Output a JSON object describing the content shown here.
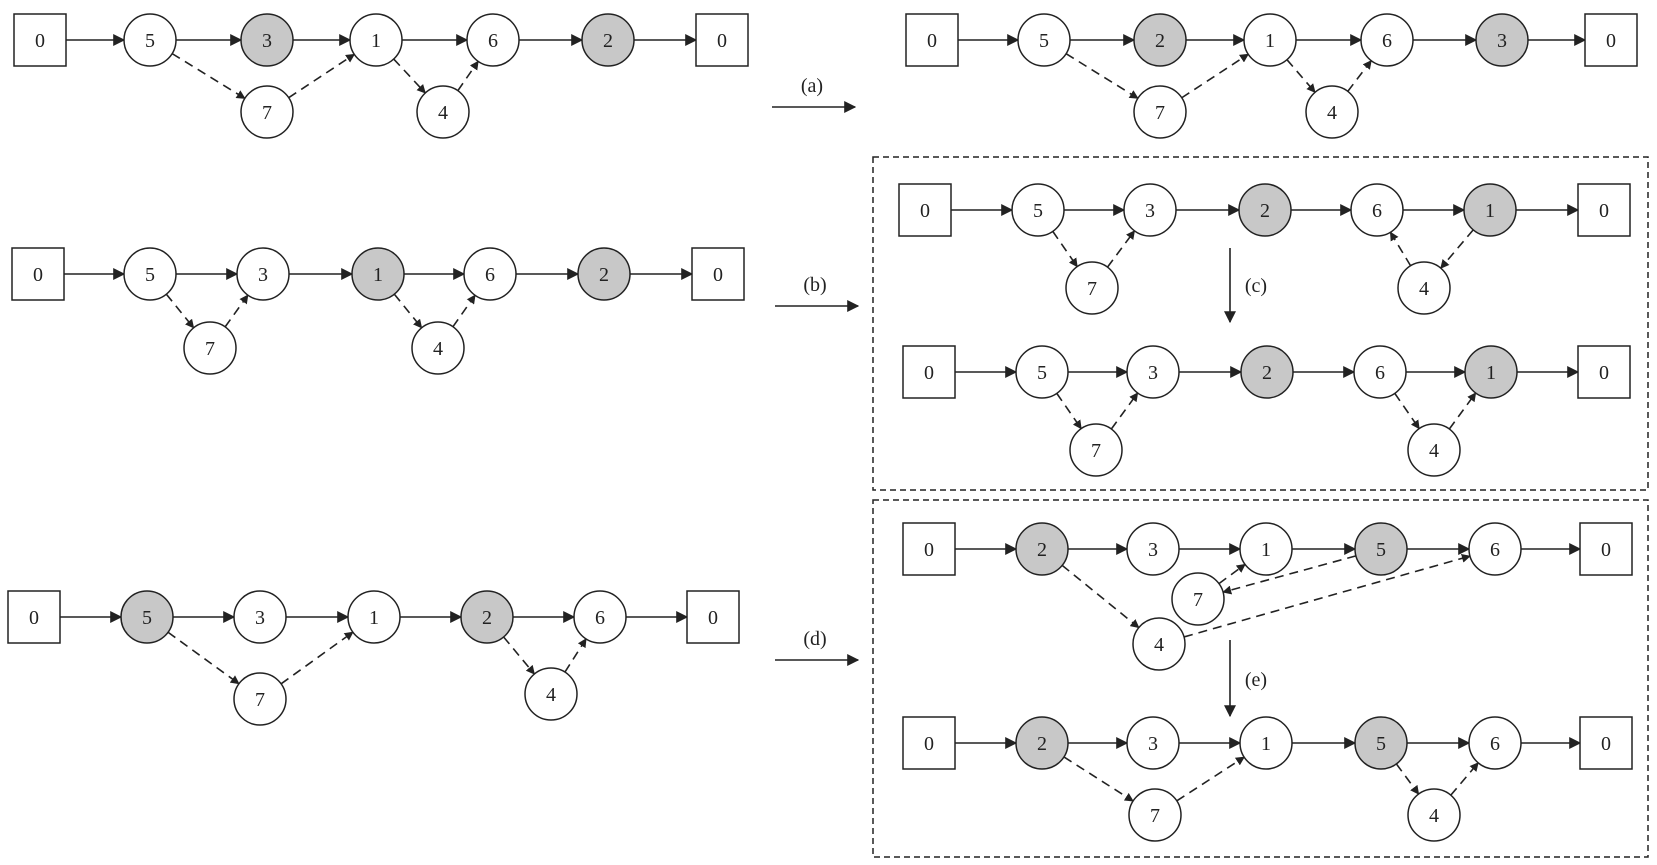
{
  "colors": {
    "stroke": "#222222",
    "node_fill": "#ffffff",
    "highlight_fill": "#c8c8c8",
    "background": "#ffffff"
  },
  "diagrams": [
    {
      "id": "left-a",
      "nodes": [
        {
          "id": "d0s",
          "label": "0",
          "shape": "square"
        },
        {
          "id": "n5",
          "label": "5"
        },
        {
          "id": "n3",
          "label": "3",
          "highlight": true
        },
        {
          "id": "n1",
          "label": "1"
        },
        {
          "id": "n6",
          "label": "6"
        },
        {
          "id": "n2",
          "label": "2",
          "highlight": true
        },
        {
          "id": "d0e",
          "label": "0",
          "shape": "square"
        },
        {
          "id": "n7",
          "label": "7"
        },
        {
          "id": "n4",
          "label": "4"
        }
      ],
      "edges": [
        {
          "from": "d0s",
          "to": "n5"
        },
        {
          "from": "n5",
          "to": "n3"
        },
        {
          "from": "n3",
          "to": "n1"
        },
        {
          "from": "n1",
          "to": "n6"
        },
        {
          "from": "n6",
          "to": "n2"
        },
        {
          "from": "n2",
          "to": "d0e"
        },
        {
          "from": "n5",
          "to": "n7",
          "dashed": true
        },
        {
          "from": "n7",
          "to": "n1",
          "dashed": true
        },
        {
          "from": "n1",
          "to": "n4",
          "dashed": true
        },
        {
          "from": "n4",
          "to": "n6",
          "dashed": true
        }
      ]
    },
    {
      "id": "left-b",
      "nodes": [
        {
          "id": "d0s",
          "label": "0",
          "shape": "square"
        },
        {
          "id": "n5",
          "label": "5"
        },
        {
          "id": "n3",
          "label": "3"
        },
        {
          "id": "n1",
          "label": "1",
          "highlight": true
        },
        {
          "id": "n6",
          "label": "6"
        },
        {
          "id": "n2",
          "label": "2",
          "highlight": true
        },
        {
          "id": "d0e",
          "label": "0",
          "shape": "square"
        },
        {
          "id": "n7",
          "label": "7"
        },
        {
          "id": "n4",
          "label": "4"
        }
      ],
      "edges": [
        {
          "from": "d0s",
          "to": "n5"
        },
        {
          "from": "n5",
          "to": "n3"
        },
        {
          "from": "n3",
          "to": "n1"
        },
        {
          "from": "n1",
          "to": "n6"
        },
        {
          "from": "n6",
          "to": "n2"
        },
        {
          "from": "n2",
          "to": "d0e"
        },
        {
          "from": "n5",
          "to": "n7",
          "dashed": true
        },
        {
          "from": "n7",
          "to": "n3",
          "dashed": true
        },
        {
          "from": "n1",
          "to": "n4",
          "dashed": true
        },
        {
          "from": "n4",
          "to": "n6",
          "dashed": true
        }
      ]
    },
    {
      "id": "left-d",
      "nodes": [
        {
          "id": "d0s",
          "label": "0",
          "shape": "square"
        },
        {
          "id": "n5",
          "label": "5",
          "highlight": true
        },
        {
          "id": "n3",
          "label": "3"
        },
        {
          "id": "n1",
          "label": "1"
        },
        {
          "id": "n2",
          "label": "2",
          "highlight": true
        },
        {
          "id": "n6",
          "label": "6"
        },
        {
          "id": "d0e",
          "label": "0",
          "shape": "square"
        },
        {
          "id": "n7",
          "label": "7"
        },
        {
          "id": "n4",
          "label": "4"
        }
      ],
      "edges": [
        {
          "from": "d0s",
          "to": "n5"
        },
        {
          "from": "n5",
          "to": "n3"
        },
        {
          "from": "n3",
          "to": "n1"
        },
        {
          "from": "n1",
          "to": "n2"
        },
        {
          "from": "n2",
          "to": "n6"
        },
        {
          "from": "n6",
          "to": "d0e"
        },
        {
          "from": "n5",
          "to": "n7",
          "dashed": true
        },
        {
          "from": "n7",
          "to": "n1",
          "dashed": true
        },
        {
          "from": "n2",
          "to": "n4",
          "dashed": true
        },
        {
          "from": "n4",
          "to": "n6",
          "dashed": true
        }
      ]
    },
    {
      "id": "right-a",
      "nodes": [
        {
          "id": "d0s",
          "label": "0",
          "shape": "square"
        },
        {
          "id": "n5",
          "label": "5"
        },
        {
          "id": "n2",
          "label": "2",
          "highlight": true
        },
        {
          "id": "n1",
          "label": "1"
        },
        {
          "id": "n6",
          "label": "6"
        },
        {
          "id": "n3",
          "label": "3",
          "highlight": true
        },
        {
          "id": "d0e",
          "label": "0",
          "shape": "square"
        },
        {
          "id": "n7",
          "label": "7"
        },
        {
          "id": "n4",
          "label": "4"
        }
      ],
      "edges": [
        {
          "from": "d0s",
          "to": "n5"
        },
        {
          "from": "n5",
          "to": "n2"
        },
        {
          "from": "n2",
          "to": "n1"
        },
        {
          "from": "n1",
          "to": "n6"
        },
        {
          "from": "n6",
          "to": "n3"
        },
        {
          "from": "n3",
          "to": "d0e"
        },
        {
          "from": "n5",
          "to": "n7",
          "dashed": true
        },
        {
          "from": "n7",
          "to": "n1",
          "dashed": true
        },
        {
          "from": "n1",
          "to": "n4",
          "dashed": true
        },
        {
          "from": "n4",
          "to": "n6",
          "dashed": true
        }
      ]
    },
    {
      "id": "right-b",
      "nodes": [
        {
          "id": "d0s",
          "label": "0",
          "shape": "square"
        },
        {
          "id": "n5",
          "label": "5"
        },
        {
          "id": "n3",
          "label": "3"
        },
        {
          "id": "n2",
          "label": "2",
          "highlight": true
        },
        {
          "id": "n6",
          "label": "6"
        },
        {
          "id": "n1",
          "label": "1",
          "highlight": true
        },
        {
          "id": "d0e",
          "label": "0",
          "shape": "square"
        },
        {
          "id": "n7",
          "label": "7"
        },
        {
          "id": "n4",
          "label": "4"
        }
      ],
      "edges": [
        {
          "from": "d0s",
          "to": "n5"
        },
        {
          "from": "n5",
          "to": "n3"
        },
        {
          "from": "n3",
          "to": "n2"
        },
        {
          "from": "n2",
          "to": "n6"
        },
        {
          "from": "n6",
          "to": "n1"
        },
        {
          "from": "n1",
          "to": "d0e"
        },
        {
          "from": "n5",
          "to": "n7",
          "dashed": true
        },
        {
          "from": "n7",
          "to": "n3",
          "dashed": true
        },
        {
          "from": "n1",
          "to": "n4",
          "dashed": true
        },
        {
          "from": "n4",
          "to": "n6",
          "dashed": true
        }
      ]
    },
    {
      "id": "right-c",
      "nodes": [
        {
          "id": "d0s",
          "label": "0",
          "shape": "square"
        },
        {
          "id": "n5",
          "label": "5"
        },
        {
          "id": "n3",
          "label": "3"
        },
        {
          "id": "n2",
          "label": "2",
          "highlight": true
        },
        {
          "id": "n6",
          "label": "6"
        },
        {
          "id": "n1",
          "label": "1",
          "highlight": true
        },
        {
          "id": "d0e",
          "label": "0",
          "shape": "square"
        },
        {
          "id": "n7",
          "label": "7"
        },
        {
          "id": "n4",
          "label": "4"
        }
      ],
      "edges": [
        {
          "from": "d0s",
          "to": "n5"
        },
        {
          "from": "n5",
          "to": "n3"
        },
        {
          "from": "n3",
          "to": "n2"
        },
        {
          "from": "n2",
          "to": "n6"
        },
        {
          "from": "n6",
          "to": "n1"
        },
        {
          "from": "n1",
          "to": "d0e"
        },
        {
          "from": "n5",
          "to": "n7",
          "dashed": true
        },
        {
          "from": "n7",
          "to": "n3",
          "dashed": true
        },
        {
          "from": "n6",
          "to": "n4",
          "dashed": true
        },
        {
          "from": "n4",
          "to": "n1",
          "dashed": true
        }
      ]
    },
    {
      "id": "right-d",
      "nodes": [
        {
          "id": "d0s",
          "label": "0",
          "shape": "square"
        },
        {
          "id": "n2",
          "label": "2",
          "highlight": true
        },
        {
          "id": "n3",
          "label": "3"
        },
        {
          "id": "n1",
          "label": "1"
        },
        {
          "id": "n5",
          "label": "5",
          "highlight": true
        },
        {
          "id": "n6",
          "label": "6"
        },
        {
          "id": "d0e",
          "label": "0",
          "shape": "square"
        },
        {
          "id": "n7",
          "label": "7"
        },
        {
          "id": "n4",
          "label": "4"
        }
      ],
      "edges": [
        {
          "from": "d0s",
          "to": "n2"
        },
        {
          "from": "n2",
          "to": "n3"
        },
        {
          "from": "n3",
          "to": "n1"
        },
        {
          "from": "n1",
          "to": "n5"
        },
        {
          "from": "n5",
          "to": "n6"
        },
        {
          "from": "n6",
          "to": "d0e"
        },
        {
          "from": "n2",
          "to": "n4",
          "dashed": true
        },
        {
          "from": "n4",
          "to": "n6",
          "dashed": true
        },
        {
          "from": "n5",
          "to": "n7",
          "dashed": true
        },
        {
          "from": "n7",
          "to": "n1",
          "dashed": true
        }
      ]
    },
    {
      "id": "right-e",
      "nodes": [
        {
          "id": "d0s",
          "label": "0",
          "shape": "square"
        },
        {
          "id": "n2",
          "label": "2",
          "highlight": true
        },
        {
          "id": "n3",
          "label": "3"
        },
        {
          "id": "n1",
          "label": "1"
        },
        {
          "id": "n5",
          "label": "5",
          "highlight": true
        },
        {
          "id": "n6",
          "label": "6"
        },
        {
          "id": "d0e",
          "label": "0",
          "shape": "square"
        },
        {
          "id": "n7",
          "label": "7"
        },
        {
          "id": "n4",
          "label": "4"
        }
      ],
      "edges": [
        {
          "from": "d0s",
          "to": "n2"
        },
        {
          "from": "n2",
          "to": "n3"
        },
        {
          "from": "n3",
          "to": "n1"
        },
        {
          "from": "n1",
          "to": "n5"
        },
        {
          "from": "n5",
          "to": "n6"
        },
        {
          "from": "n6",
          "to": "d0e"
        },
        {
          "from": "n2",
          "to": "n7",
          "dashed": true
        },
        {
          "from": "n7",
          "to": "n1",
          "dashed": true
        },
        {
          "from": "n5",
          "to": "n4",
          "dashed": true
        },
        {
          "from": "n4",
          "to": "n6",
          "dashed": true
        }
      ]
    }
  ],
  "transitions": [
    {
      "id": "a",
      "label": "(a)"
    },
    {
      "id": "b",
      "label": "(b)"
    },
    {
      "id": "c",
      "label": "(c)"
    },
    {
      "id": "d",
      "label": "(d)"
    },
    {
      "id": "e",
      "label": "(e)"
    }
  ]
}
